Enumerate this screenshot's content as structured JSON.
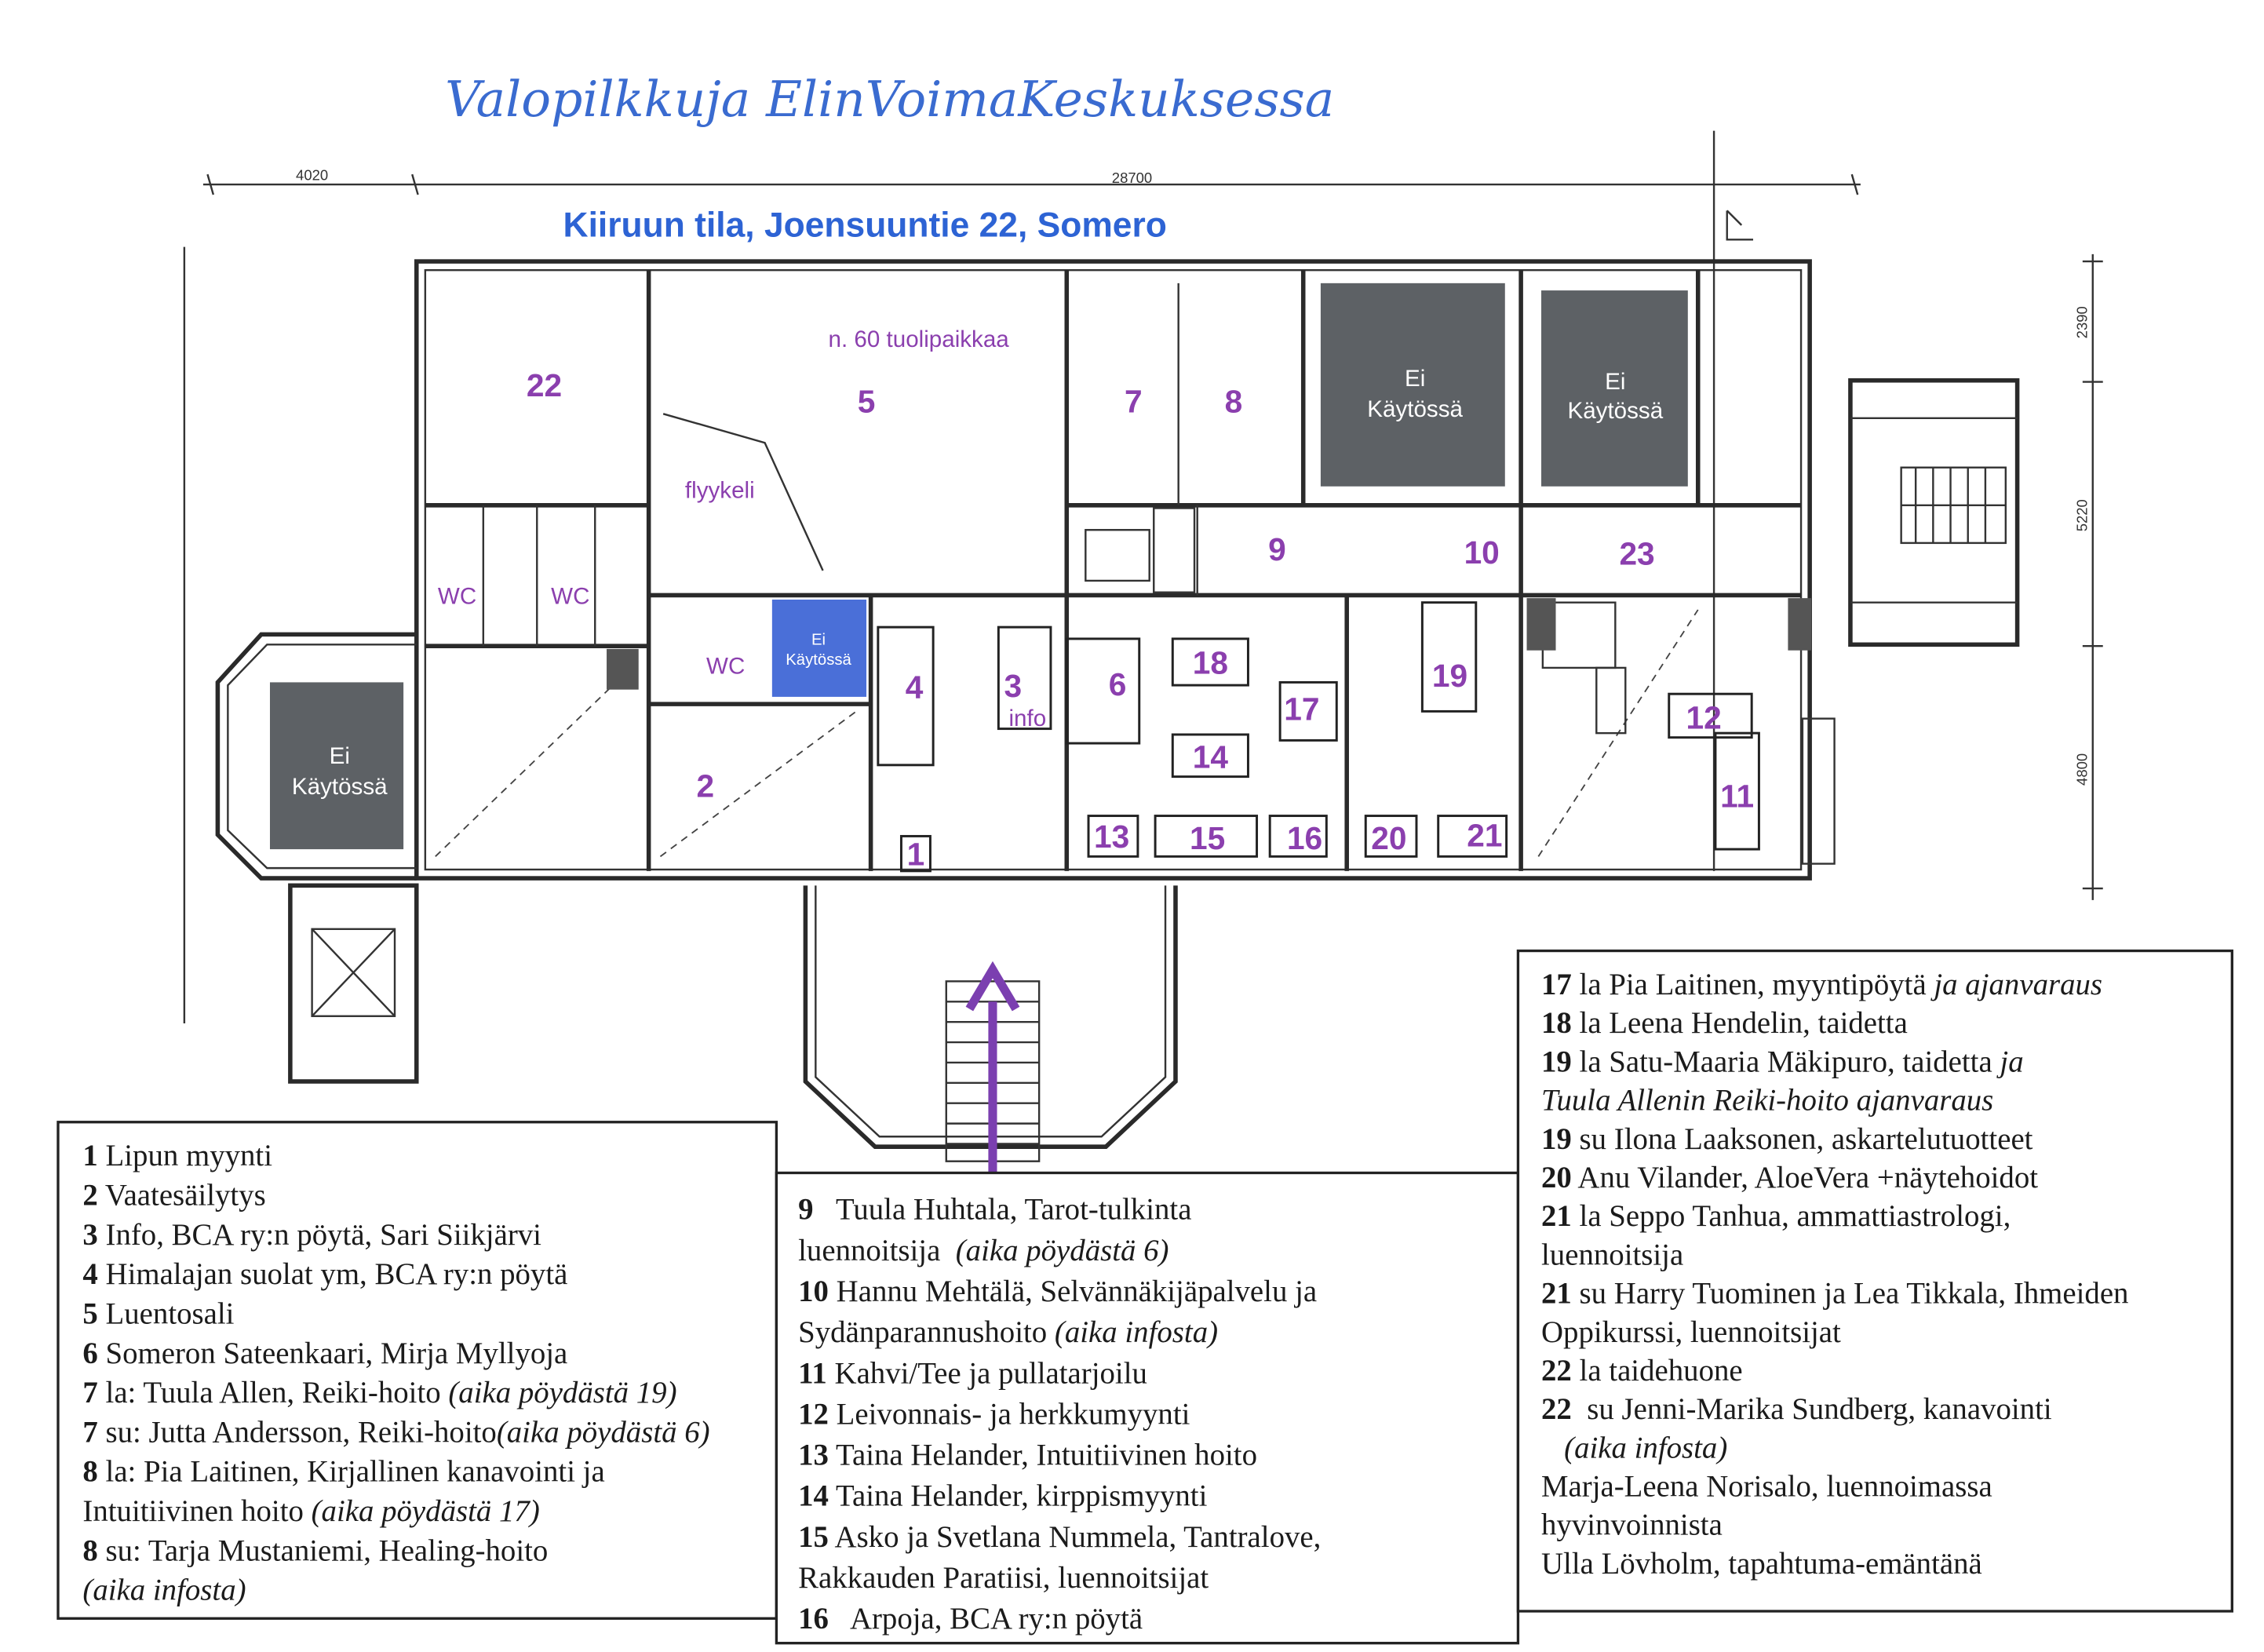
{
  "title": "Valopilkkuja ElinVoimaKeskuksessa",
  "subtitle": "Kiiruun tila, Joensuuntie 22, Somero",
  "colors": {
    "title": "#3a6bd0",
    "room_label": "#8b3fae",
    "not_in_use": "#5d6165",
    "info_block": "#4a6fd8",
    "arrow": "#7b3fb0"
  },
  "dimensions": {
    "left_width": "4020",
    "total_width": "28700",
    "right_1": "2390",
    "right_2": "5220",
    "right_3": "4800"
  },
  "plan": {
    "seats_note": "n. 60 tuolipaikkaa",
    "flyykeli": "flyykeli",
    "not_in_use": "Ei Käytössä",
    "not_in_use_line1": "Ei",
    "not_in_use_line2": "Käytössä",
    "wc": "WC",
    "info": "info",
    "rooms": [
      "1",
      "2",
      "3",
      "4",
      "5",
      "6",
      "7",
      "8",
      "9",
      "10",
      "11",
      "12",
      "13",
      "14",
      "15",
      "16",
      "17",
      "18",
      "19",
      "20",
      "21",
      "22",
      "23"
    ]
  },
  "legend_left": [
    {
      "b": "1",
      "t": " Lipun myynti",
      "i": ""
    },
    {
      "b": "2",
      "t": " Vaatesäilytys",
      "i": ""
    },
    {
      "b": "3",
      "t": " Info, BCA ry:n pöytä, Sari Siikjärvi",
      "i": ""
    },
    {
      "b": "4",
      "t": " Himalajan suolat ym, BCA ry:n pöytä",
      "i": ""
    },
    {
      "b": "5",
      "t": " Luentosali",
      "i": ""
    },
    {
      "b": "6",
      "t": " Someron Sateenkaari, Mirja Myllyoja",
      "i": ""
    },
    {
      "b": "7",
      "t": " la: Tuula Allen, Reiki-hoito ",
      "i": "(aika pöydästä 19)"
    },
    {
      "b": "7",
      "t": " su: Jutta Andersson, Reiki-hoito",
      "i": "(aika pöydästä 6)"
    },
    {
      "b": "8",
      "t": " la: Pia Laitinen, Kirjallinen kanavointi ja",
      "i": ""
    },
    {
      "b": "",
      "t": "Intuitiivinen hoito ",
      "i": "(aika pöydästä 17)"
    },
    {
      "b": "8",
      "t": " su: Tarja Mustaniemi, Healing-hoito",
      "i": ""
    },
    {
      "b": "",
      "t": "",
      "i": "(aika infosta)"
    }
  ],
  "legend_middle": [
    {
      "b": "9",
      "t": "   Tuula Huhtala, Tarot-tulkinta",
      "i": ""
    },
    {
      "b": "",
      "t": "luennoitsija  ",
      "i": "(aika pöydästä 6)"
    },
    {
      "b": "10",
      "t": " Hannu Mehtälä, Selvännäkijäpalvelu ja",
      "i": ""
    },
    {
      "b": "",
      "t": "Sydänparannushoito ",
      "i": "(aika infosta)"
    },
    {
      "b": "11",
      "t": " Kahvi/Tee ja pullatarjoilu",
      "i": ""
    },
    {
      "b": "12",
      "t": " Leivonnais- ja herkkumyynti",
      "i": ""
    },
    {
      "b": "13",
      "t": " Taina Helander, Intuitiivinen hoito",
      "i": ""
    },
    {
      "b": "14",
      "t": " Taina Helander, kirppismyynti",
      "i": ""
    },
    {
      "b": "15",
      "t": " Asko ja Svetlana Nummela, Tantralove,",
      "i": ""
    },
    {
      "b": "",
      "t": "Rakkauden Paratiisi, luennoitsijat",
      "i": ""
    },
    {
      "b": "16",
      "t": "   Arpoja, BCA ry:n pöytä",
      "i": ""
    }
  ],
  "legend_right": [
    {
      "b": "17",
      "t": " la Pia Laitinen, myyntipöytä ",
      "i": "ja ajanvaraus"
    },
    {
      "b": "18",
      "t": " la Leena Hendelin, taidetta",
      "i": ""
    },
    {
      "b": "19",
      "t": " la Satu-Maaria Mäkipuro, taidetta ",
      "i": "ja"
    },
    {
      "b": "",
      "t": "",
      "i": "Tuula Allenin Reiki-hoito ajanvaraus"
    },
    {
      "b": "19",
      "t": " su Ilona Laaksonen, askartelutuotteet",
      "i": ""
    },
    {
      "b": "20",
      "t": " Anu Vilander, AloeVera +näytehoidot",
      "i": ""
    },
    {
      "b": "21",
      "t": " la Seppo Tanhua, ammattiastrologi,",
      "i": ""
    },
    {
      "b": "",
      "t": "luennoitsija",
      "i": ""
    },
    {
      "b": "21",
      "t": " su Harry Tuominen ja Lea Tikkala, Ihmeiden",
      "i": ""
    },
    {
      "b": "",
      "t": "Oppikurssi, luennoitsijat",
      "i": ""
    },
    {
      "b": "22",
      "t": " la taidehuone",
      "i": ""
    },
    {
      "b": "22",
      "t": "  su Jenni-Marika Sundberg, kanavointi",
      "i": ""
    },
    {
      "b": "",
      "t": "   ",
      "i": "(aika infosta)"
    },
    {
      "b": "",
      "t": "Marja-Leena Norisalo, luennoimassa",
      "i": ""
    },
    {
      "b": "",
      "t": "hyvinvoinnista",
      "i": ""
    },
    {
      "b": "",
      "t": "Ulla Lövholm, tapahtuma-emäntänä",
      "i": ""
    }
  ]
}
